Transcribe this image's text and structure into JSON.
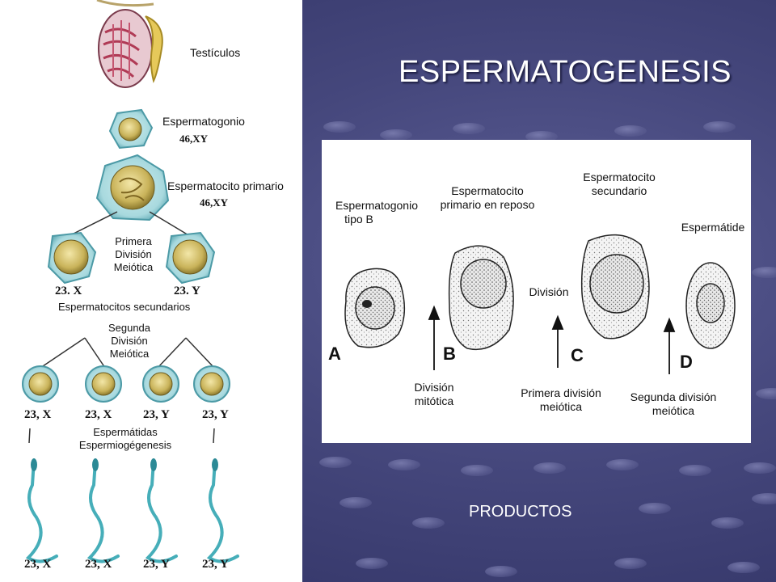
{
  "slide": {
    "title": "ESPERMATOGENESIS",
    "caption": "PRODUCTOS"
  },
  "left_diagram": {
    "testes": "Testículos",
    "spermatogonium": "Espermatogonio",
    "spermatogonium_karyotype": "46,XY",
    "primary_spermatocyte": "Espermatocito primario",
    "primary_karyotype": "46,XY",
    "first_division": [
      "Primera",
      "División",
      "Meiótica"
    ],
    "secondary_karyotypes": [
      "23. X",
      "23. Y"
    ],
    "secondary_label": "Espermatocitos secundarios",
    "second_division": [
      "Segunda",
      "División",
      "Meiótica"
    ],
    "spermatid_karyotypes": [
      "23, X",
      "23, X",
      "23, Y",
      "23, Y"
    ],
    "spermatid_label": [
      "Espermátidas",
      "Espermiogégenesis"
    ],
    "sperm_karyotypes": [
      "23, X",
      "23, X",
      "23, Y",
      "23, Y"
    ]
  },
  "right_diagram": {
    "cells": [
      {
        "letter": "A",
        "label": [
          "Espermatogonio",
          "tipo B"
        ]
      },
      {
        "letter": "B",
        "label": [
          "Espermatocito",
          "primario en reposo"
        ]
      },
      {
        "letter": "C",
        "label": [
          "Espermatocito",
          "secundario"
        ]
      },
      {
        "letter": "D",
        "label": [
          "Espermátide"
        ]
      }
    ],
    "arrow_labels": [
      [
        "División",
        "mitótica"
      ],
      [
        "Primera división",
        "meiótica"
      ],
      [
        "Segunda división",
        "meiótica"
      ]
    ],
    "division_label": "División"
  }
}
